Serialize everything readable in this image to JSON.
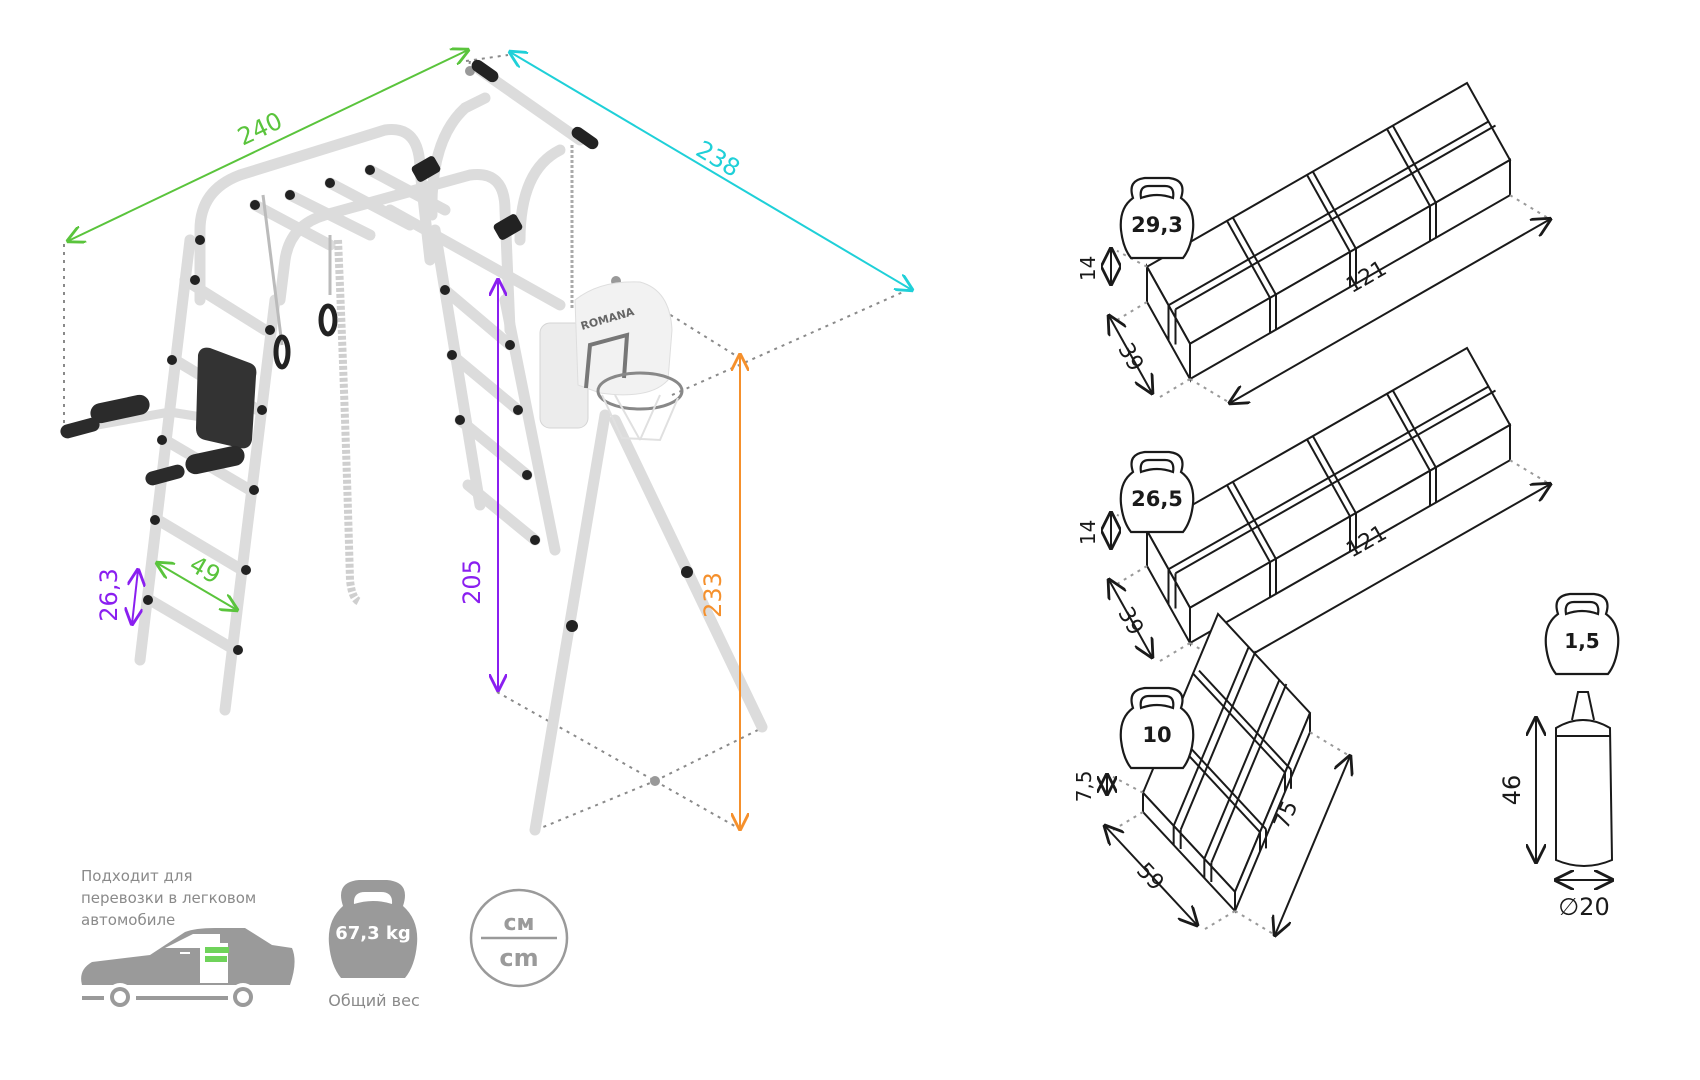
{
  "product": {
    "brand": "ROMANA",
    "colors": {
      "width_dim": "#5ac43c",
      "depth_dim": "#1fd0d8",
      "height_dim": "#8a1ff0",
      "full_height_dim": "#f5902c",
      "outline": "#1a1a1a",
      "info_grey": "#9a9a9a",
      "car_cargo": "#6fd35a"
    },
    "dimensions": {
      "width": "240",
      "depth": "238",
      "bar_height": "205",
      "total_height": "233",
      "ladder_width": "49",
      "rung_spacing": "26,3"
    }
  },
  "packages": [
    {
      "weight": "29,3",
      "height": "14",
      "width": "39",
      "length": "121"
    },
    {
      "weight": "26,5",
      "height": "14",
      "width": "39",
      "length": "121"
    },
    {
      "weight": "10",
      "height": "7,5",
      "width": "59",
      "length": "75"
    }
  ],
  "punching_bag": {
    "weight": "1,5",
    "height": "46",
    "diameter": "∅20"
  },
  "info": {
    "car_text_lines": [
      "Подходит для",
      "перевозки в легковом",
      "автомобиле"
    ],
    "total_weight": "67,3 kg",
    "total_weight_label": "Общий вес",
    "unit_top": "см",
    "unit_bottom": "cm"
  },
  "icons": [
    "car-icon",
    "kettlebell-icon",
    "units-icon",
    "basketball-hoop-icon",
    "punching-bag-icon"
  ]
}
